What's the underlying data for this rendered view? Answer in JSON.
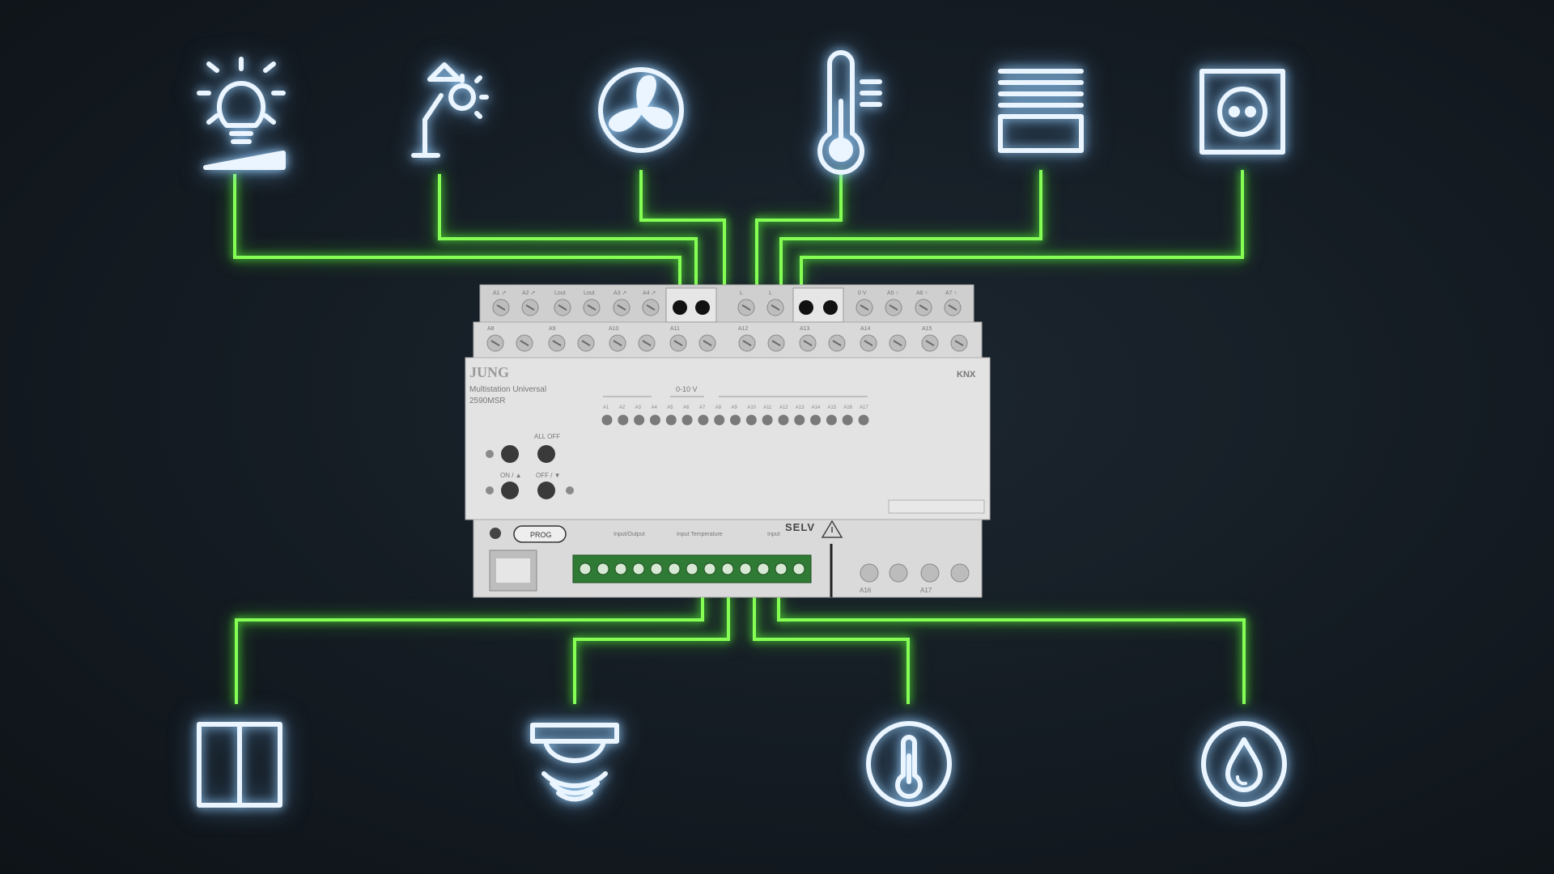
{
  "colors": {
    "background": "#141b22",
    "icon_glow": "#e6f3ff",
    "wire": "#7dff4a",
    "device_body": "#dcdcdc",
    "terminal_green": "#2e7d32"
  },
  "icons_top": [
    {
      "name": "dimmable-light-icon"
    },
    {
      "name": "desk-lamp-icon"
    },
    {
      "name": "fan-icon"
    },
    {
      "name": "thermometer-icon"
    },
    {
      "name": "blinds-icon"
    },
    {
      "name": "socket-icon"
    }
  ],
  "icons_bottom": [
    {
      "name": "window-icon"
    },
    {
      "name": "motion-sensor-icon"
    },
    {
      "name": "temperature-sensor-icon"
    },
    {
      "name": "water-drop-sensor-icon"
    }
  ],
  "device": {
    "brand": "JUNG",
    "model_name": "Multistation Universal",
    "model_number": "2590MSR",
    "knx_label": "KNX",
    "selv_label": "SELV",
    "prog_label": "PROG",
    "all_off_label": "ALL OFF",
    "on_label": "ON / ▲",
    "off_label": "OFF / ▼",
    "input_output_label": "Input/Output",
    "input_temp_label": "Input Temperature",
    "input_label": "Input",
    "range_0_10v": "0-10 V",
    "top_terminals": [
      "A1 ↗",
      "A2 ↗",
      "Lout",
      "Lout",
      "A3 ↗",
      "A4 ↗",
      "L",
      "L"
    ],
    "top_terminals_right": [
      "0 V",
      "A5 ↑",
      "A6 ↑",
      "A7 ↑"
    ],
    "row2_terminals": [
      "A8",
      "A9",
      "A10",
      "A11",
      "A12",
      "A13",
      "A14",
      "A15"
    ],
    "led_labels": [
      "A1",
      "A2",
      "A3",
      "A4",
      "A5",
      "A6",
      "A7",
      "A8",
      "A9",
      "A10",
      "A11",
      "A12",
      "A13",
      "A14",
      "A15",
      "A16",
      "A17"
    ],
    "bottom_terminals": [
      "A16",
      "A17"
    ]
  }
}
